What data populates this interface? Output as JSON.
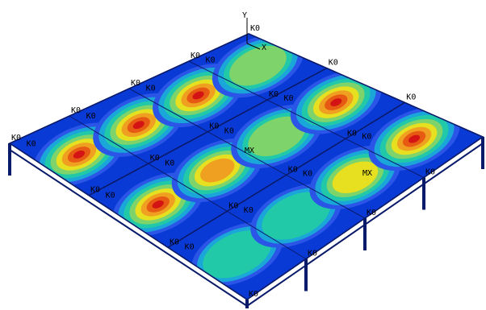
{
  "axis": {
    "x_label": "X",
    "y_label": "Y"
  },
  "label_text": "K0",
  "max_label": "MX",
  "colors": {
    "plate_base": "#0a3ad6",
    "edge": "#0a1a6a",
    "column": "#0a1a6a",
    "contour_scale": [
      "#2a55e6",
      "#1aa6d8",
      "#22c9a8",
      "#7ed46a",
      "#e6e020",
      "#f0a020",
      "#e65a14",
      "#d41414"
    ]
  },
  "panels": [
    {
      "name": "panel-r1-c1",
      "peak": 1.0
    },
    {
      "name": "panel-r1-c2",
      "peak": 0.95
    },
    {
      "name": "panel-r1-c3",
      "peak": 0.35
    },
    {
      "name": "panel-r2-c1",
      "peak": 1.0
    },
    {
      "name": "panel-r2-c2",
      "peak": 0.72
    },
    {
      "name": "panel-r2-c3",
      "peak": 0.35
    },
    {
      "name": "panel-r3-c1",
      "peak": 0.95
    },
    {
      "name": "panel-r3-c2",
      "peak": 0.55
    },
    {
      "name": "panel-r3-c3",
      "peak": 0.62
    },
    {
      "name": "panel-r4-c1",
      "peak": 0.55
    },
    {
      "name": "panel-r4-c2",
      "peak": 0.95
    },
    {
      "name": "panel-r4-c3",
      "peak": 0.95
    }
  ]
}
